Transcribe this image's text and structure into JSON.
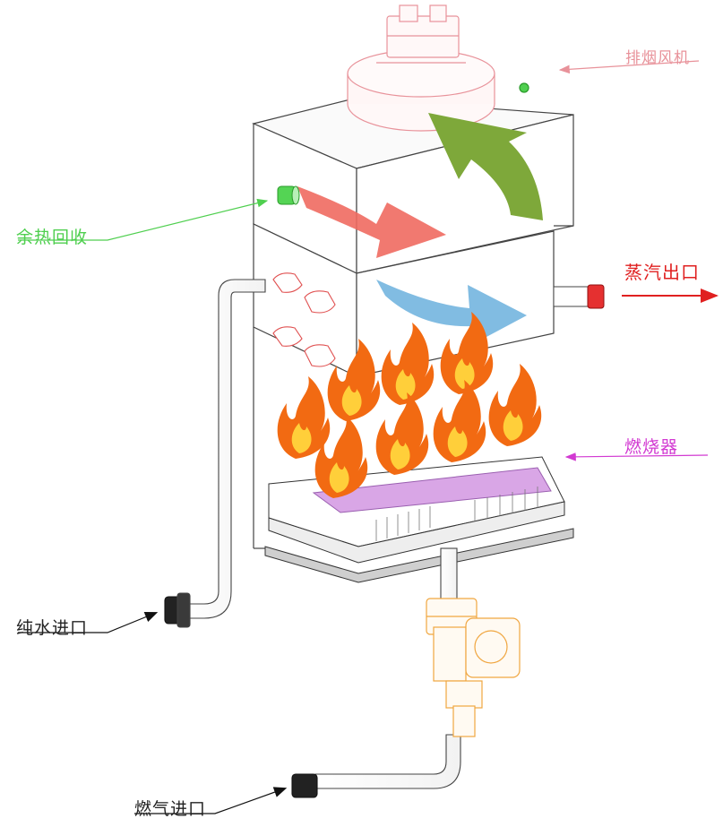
{
  "labels": {
    "exhaust_fan": "排烟风机",
    "heat_recovery": "余热回收",
    "steam_outlet": "蒸汽出口",
    "burner": "燃烧器",
    "pure_water_inlet": "纯水进口",
    "gas_inlet": "燃气进口"
  },
  "colors": {
    "fan": "#e8929a",
    "heat_recovery": "#4fcf4f",
    "steam": "#e02020",
    "burner": "#d23ad2",
    "hot_flow_arrow": "#ef6a60",
    "cool_flow_arrow": "#7ab8e0",
    "exhaust_arrow": "#7ea83a",
    "gas_valve": "#f0a640",
    "flame_outer": "#f26a12",
    "flame_inner": "#ffcf3a"
  }
}
